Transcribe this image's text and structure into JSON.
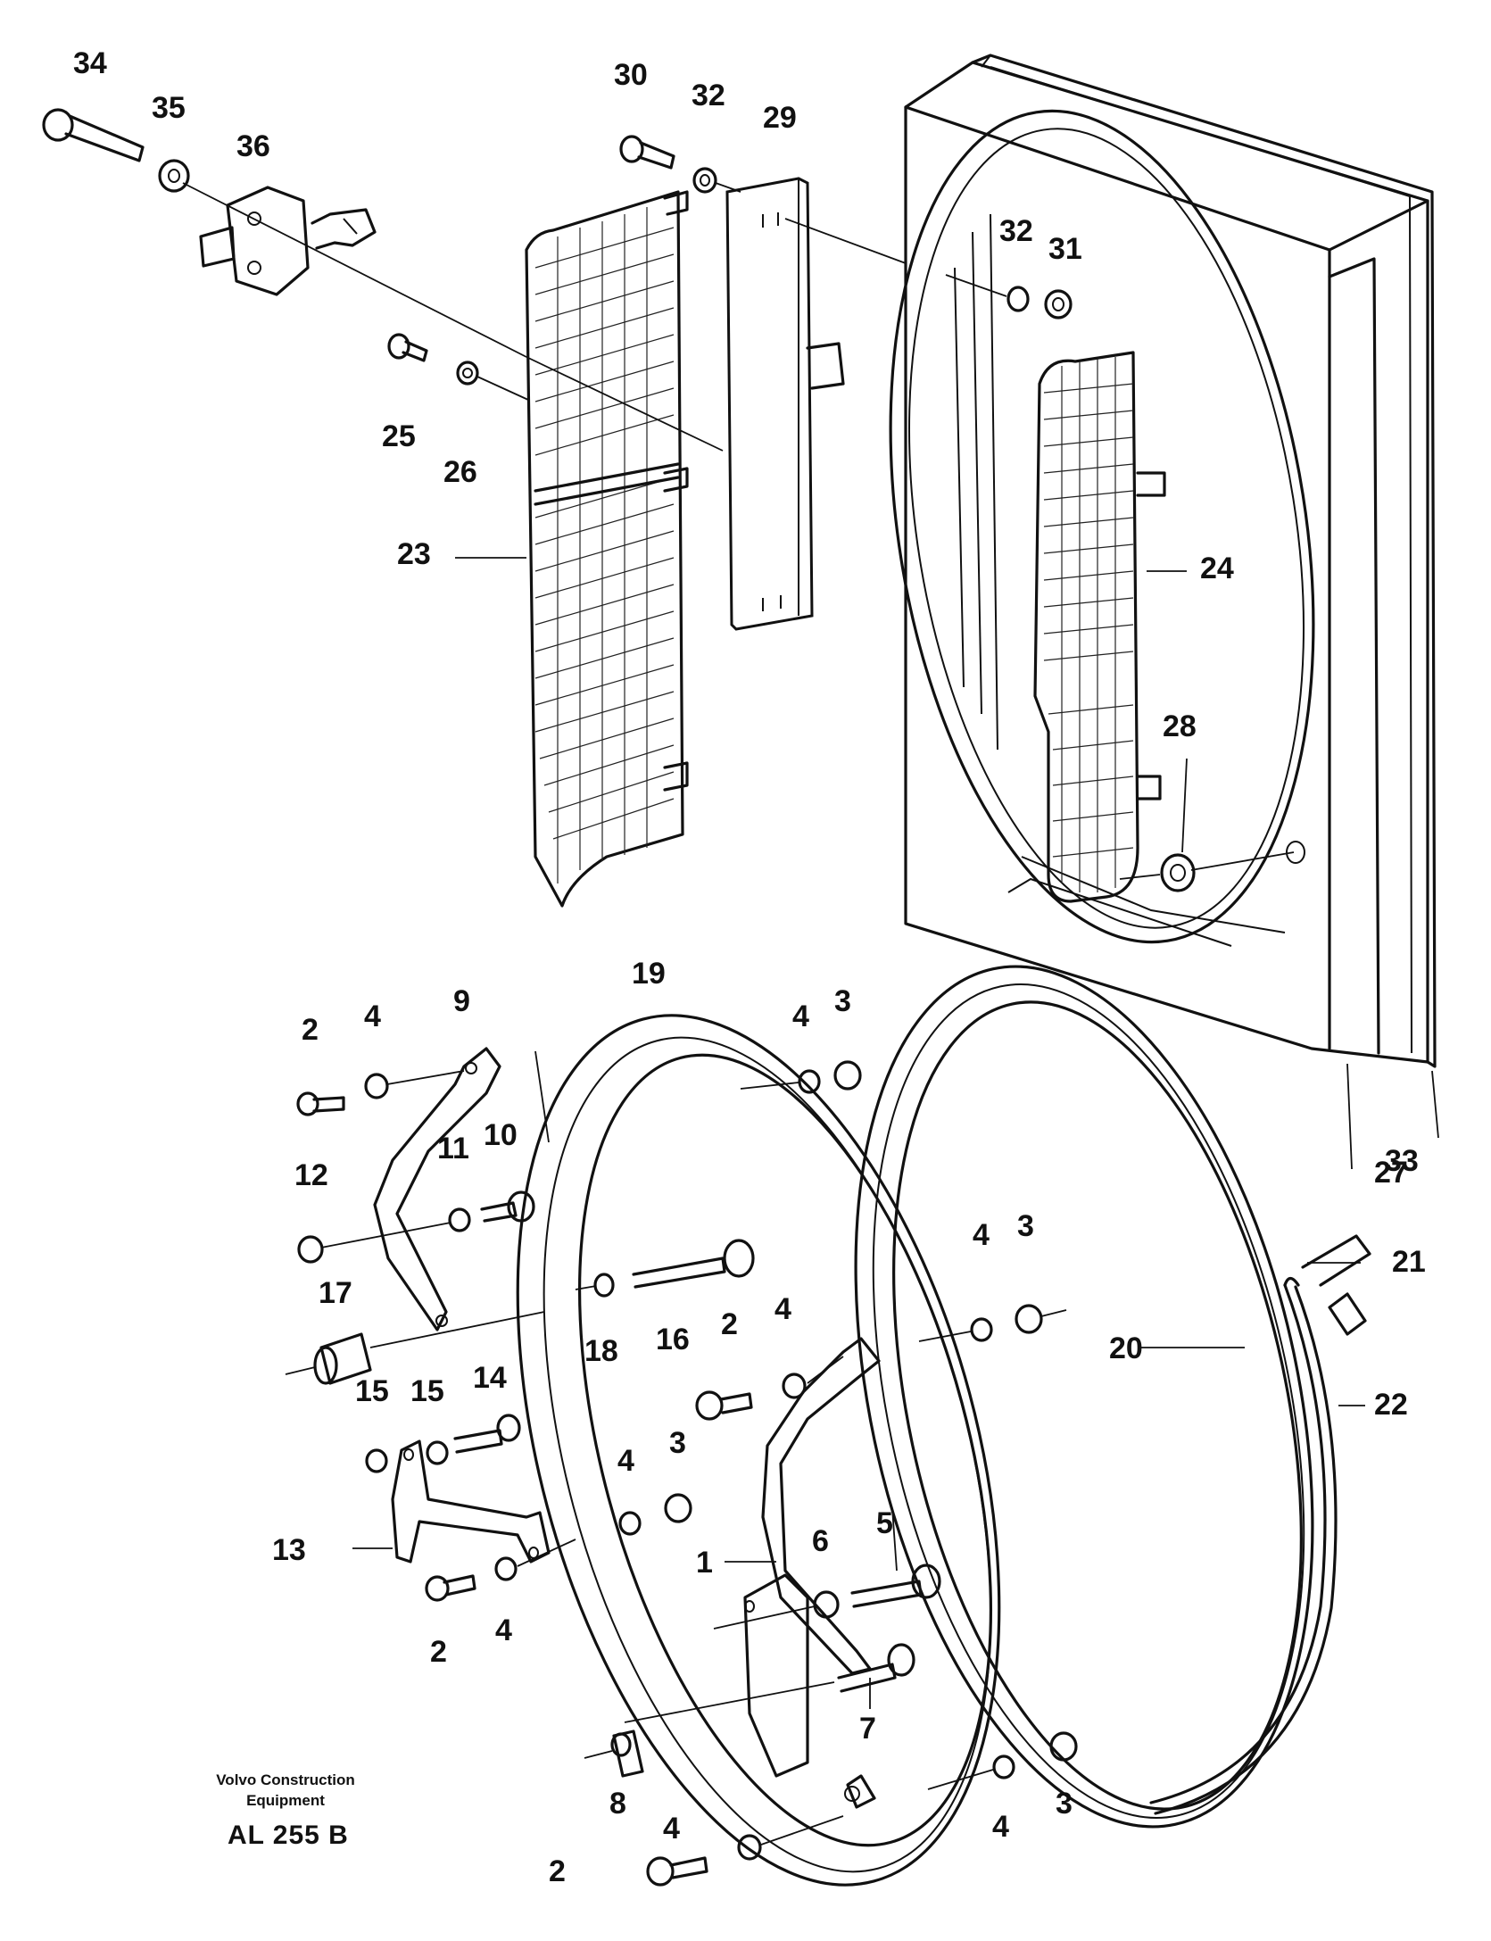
{
  "diagram": {
    "part_numbers": [
      "1",
      "2",
      "3",
      "4",
      "5",
      "6",
      "7",
      "8",
      "9",
      "10",
      "11",
      "12",
      "13",
      "14",
      "15",
      "16",
      "17",
      "18",
      "19",
      "20",
      "21",
      "22",
      "23",
      "24",
      "25",
      "26",
      "27",
      "28",
      "29",
      "30",
      "31",
      "32",
      "33",
      "34",
      "35",
      "36"
    ]
  },
  "footer": {
    "brand_line1": "Volvo Construction",
    "brand_line2": "Equipment",
    "drawing_code": "AL 255 B"
  }
}
